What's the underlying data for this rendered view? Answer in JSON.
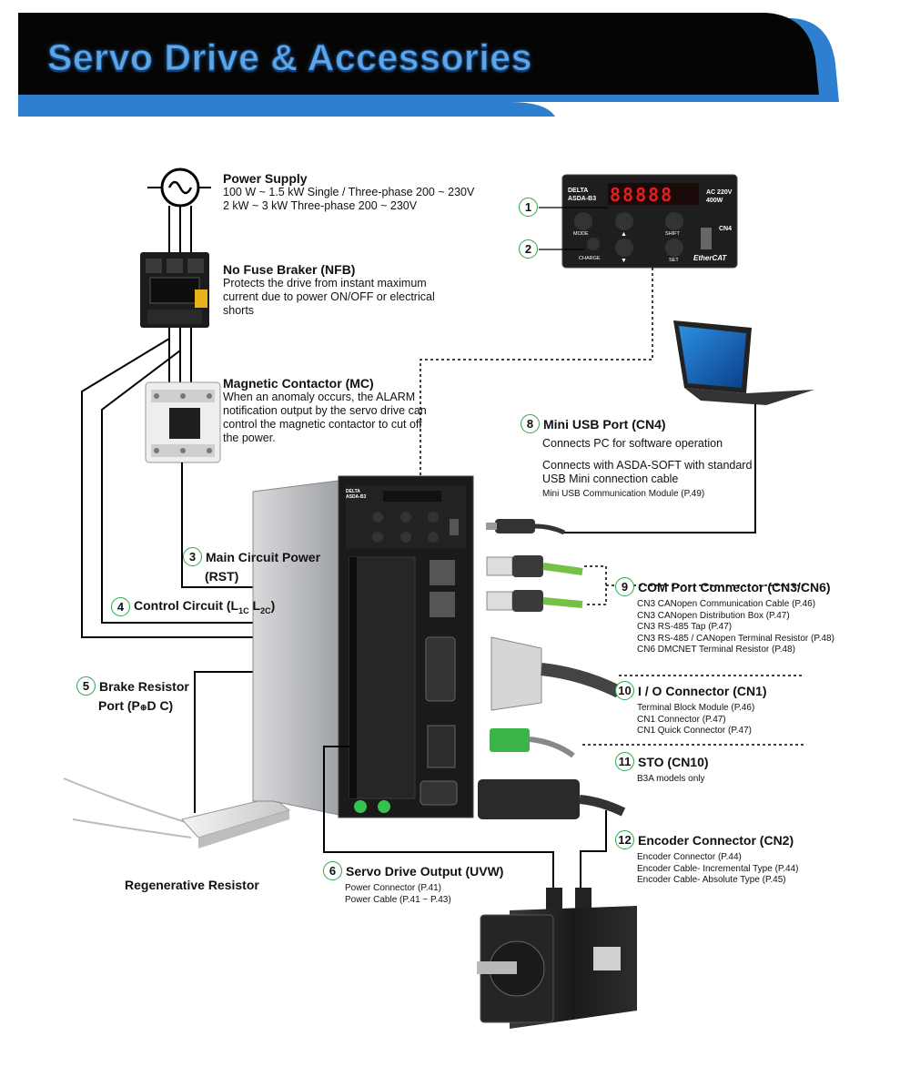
{
  "title": "Servo Drive & Accessories",
  "colors": {
    "banner_bg": "#000000",
    "banner_accent": "#2f7fd0",
    "number_ring": "#29a84a",
    "title_text": "#5aa6e6"
  },
  "power_supply": {
    "title": "Power Supply",
    "lines": [
      "100 W ~ 1.5 kW Single / Three-phase 200 ~ 230V",
      "2 kW ~ 3 kW Three-phase 200 ~ 230V"
    ]
  },
  "nfb": {
    "title": "No Fuse Braker (NFB)",
    "desc": "Protects the drive from instant maximum current due to power ON/OFF or electrical shorts"
  },
  "mc": {
    "title": "Magnetic Contactor (MC)",
    "desc": "When an anomaly occurs, the ALARM notification output by the servo drive can control the magnetic contactor to cut off the power."
  },
  "keypad": {
    "callouts": [
      "1",
      "2"
    ],
    "brand": "DELTA",
    "model": "ASDA-B3",
    "display": "88888",
    "rating": [
      "AC 220V",
      "400W"
    ],
    "keys": [
      "MODE",
      "▲",
      "SHIFT",
      "CHARGE",
      "▼",
      "SET"
    ],
    "port_label": "CN4",
    "bus_logo": "EtherCAT"
  },
  "drive_front": {
    "brand": "DELTA",
    "model": "ASDA-B3"
  },
  "items": [
    {
      "num": "3",
      "title": "Main Circuit Power",
      "title2": "(RST)"
    },
    {
      "num": "4",
      "title": "Control Circuit (L",
      "sub1": "1C",
      "mid": " L",
      "sub2": "2C",
      "end": ")"
    },
    {
      "num": "5",
      "title": "Brake Resistor",
      "title2": "Port (P",
      "sym": "⊕",
      "end": "D C)"
    },
    {
      "num": "6",
      "title": "Servo Drive Output (UVW)",
      "lines": [
        "Power Connector (P.41)",
        "Power Cable (P.41 ~ P.43)"
      ]
    },
    {
      "num": "8",
      "title": "Mini USB Port (CN4)",
      "desc1": "Connects PC for software operation",
      "desc2": "Connects with ASDA-SOFT with standard USB Mini connection cable",
      "lines": [
        "Mini USB Communication Module (P.49)"
      ]
    },
    {
      "num": "9",
      "title": "COM Port Connector (CN3/CN6)",
      "lines": [
        "CN3 CANopen Communication Cable (P.46)",
        "CN3 CANopen Distribution Box (P.47)",
        "CN3 RS-485 Tap (P.47)",
        "CN3 RS-485 / CANopen Terminal Resistor (P.48)",
        "CN6 DMCNET Terminal Resistor (P.48)"
      ]
    },
    {
      "num": "10",
      "title": "I / O Connector (CN1)",
      "lines": [
        "Terminal Block Module (P.46)",
        "CN1 Connector (P.47)",
        "CN1 Quick Connector (P.47)"
      ]
    },
    {
      "num": "11",
      "title": "STO (CN10)",
      "lines": [
        "B3A models only"
      ]
    },
    {
      "num": "12",
      "title": "Encoder Connector (CN2)",
      "lines": [
        "Encoder Connector (P.44)",
        "Encoder Cable- Incremental Type (P.44)",
        "Encoder Cable- Absolute Type (P.45)"
      ]
    }
  ],
  "regen_resistor": {
    "label": "Regenerative Resistor"
  }
}
